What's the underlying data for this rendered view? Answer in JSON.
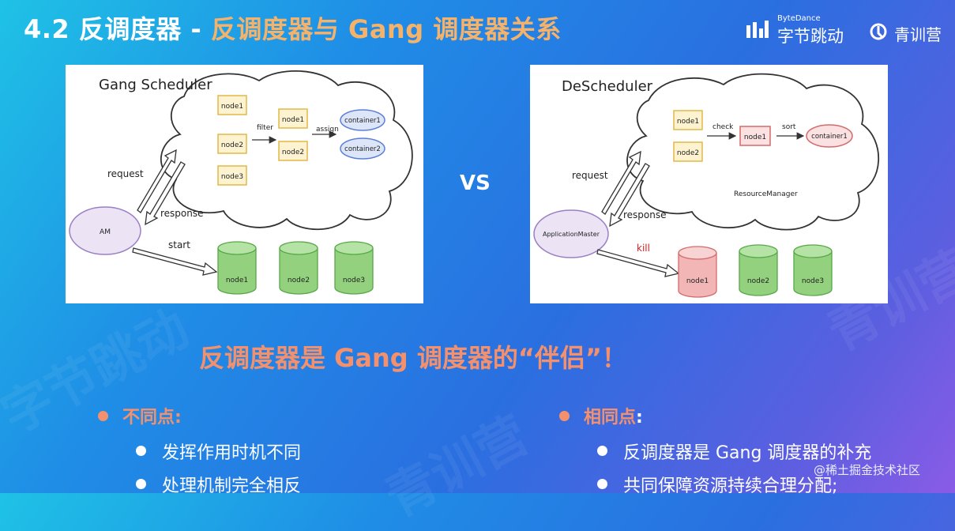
{
  "slide": {
    "title_main": "4.2 反调度器 - ",
    "title_sub": "反调度器与 Gang 调度器关系",
    "brand_bytedance_en": "ByteDance",
    "brand_bytedance_cn": "字节跳动",
    "brand_camp": "青训营",
    "vs": "VS",
    "tagline": "反调度器是 Gang 调度器的“伴侣”！",
    "diff": {
      "label": "不同点:",
      "items": [
        "发挥作用时机不同",
        "处理机制完全相反"
      ]
    },
    "same": {
      "label": "相同点",
      "suffix": ":",
      "items": [
        "反调度器是 Gang 调度器的补充",
        "共同保障资源持续合理分配;"
      ]
    },
    "watermark": "@稀土掘金技术社区"
  },
  "left_diagram": {
    "title": "Gang Scheduler",
    "nodes_in": [
      "node1",
      "node2",
      "node3"
    ],
    "filter_label": "filter",
    "nodes_filtered": [
      "node1",
      "node2"
    ],
    "assign_label": "assign",
    "containers": [
      "container1",
      "container2"
    ],
    "request_label": "request",
    "response_label": "response",
    "am_label": "AM",
    "start_label": "start",
    "cylinders": [
      "node1",
      "node2",
      "node3"
    ]
  },
  "right_diagram": {
    "title": "DeScheduler",
    "nodes_in": [
      "node1",
      "node2"
    ],
    "check_label": "check",
    "node_checked": "node1",
    "sort_label": "sort",
    "container": "container1",
    "manager_label": "ResourceManager",
    "request_label": "request",
    "response_label": "response",
    "am_label": "ApplicationMaster",
    "kill_label": "kill",
    "cylinders": [
      "node1",
      "node2",
      "node3"
    ]
  },
  "colors": {
    "accent_orange": "#f4916c",
    "node_box_fill": "#fdf3d0",
    "node_box_stroke": "#e0b84a",
    "container_fill": "#dde6f8",
    "am_fill": "#ece4f4",
    "cylinder_green": "#93d17f",
    "cylinder_red": "#f3b6b6"
  }
}
